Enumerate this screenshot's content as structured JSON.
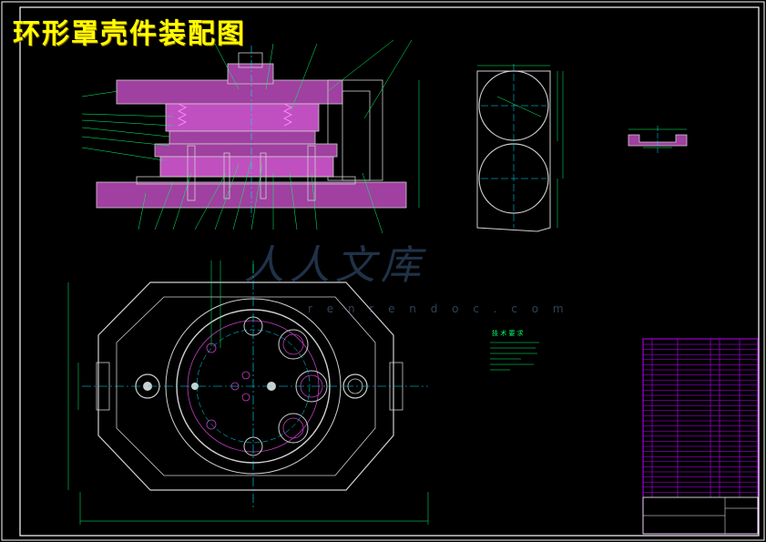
{
  "drawing": {
    "title": "环形罩壳件装配图",
    "watermark": "人人文库",
    "watermark_url": "r e n r e n d o c . c o m",
    "tech_notes_title": "技 术 要 求"
  },
  "colors": {
    "background": "#000000",
    "frame": "#ffffff",
    "outline": "#cfcfcf",
    "section_fill": "#c040c0",
    "dimension": "#00ff66",
    "centerline": "#00e5ff",
    "title_text": "#ffff00",
    "title_block_grid": "#c000ff"
  },
  "icons": [
    "assembly-section-view",
    "plan-view",
    "strip-layout",
    "part-profile",
    "title-block"
  ]
}
